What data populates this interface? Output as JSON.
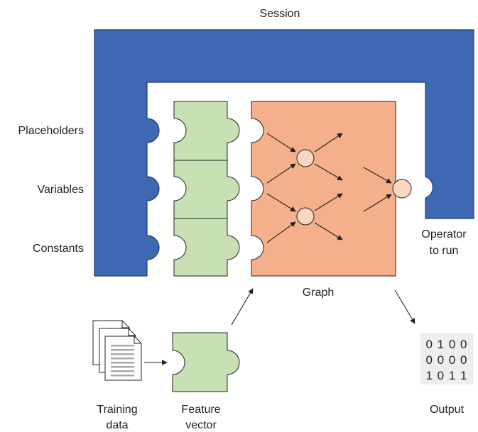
{
  "title": "Session",
  "inputs": {
    "placeholders": "Placeholders",
    "variables": "Variables",
    "constants": "Constants"
  },
  "graph_label": "Graph",
  "operator_label": [
    "Operator",
    "to run"
  ],
  "training_label": [
    "Training",
    "data"
  ],
  "feature_label": [
    "Feature",
    "vector"
  ],
  "output_label": "Output",
  "output_bits": [
    "0 1 0 0",
    "0 0 0 0",
    "1 0 1 1"
  ],
  "colors": {
    "session_blue": "#3f68b3",
    "piece_green": "#c7e1b5",
    "graph_orange": "#f3b08a",
    "node_fill": "#fad8c0",
    "output_bg": "#eeeeee"
  }
}
